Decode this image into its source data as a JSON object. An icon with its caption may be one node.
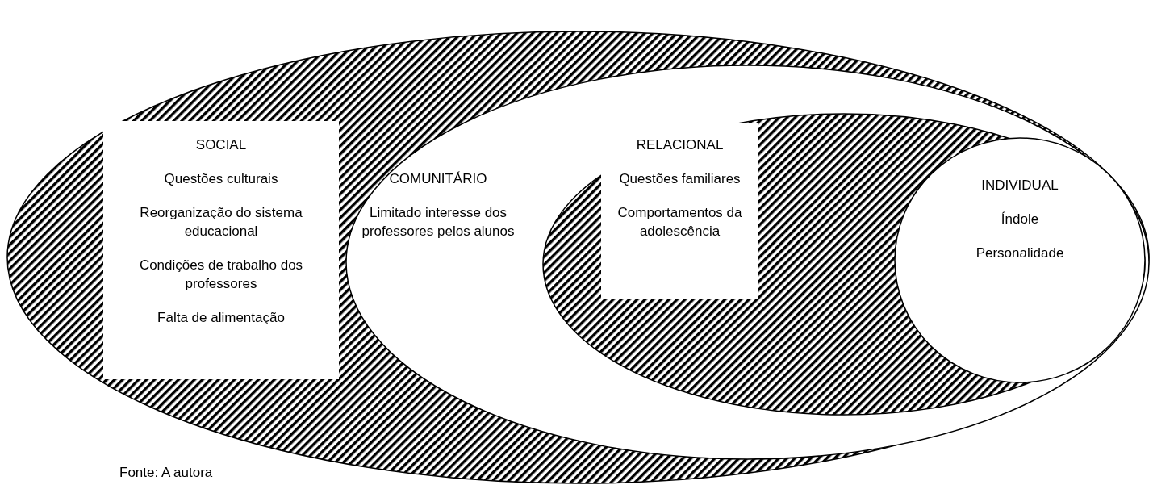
{
  "diagram": {
    "nodes": [
      {
        "text": [],
        "shape": "ellipse"
      },
      {
        "text": [
          "SOCIAL",
          "Questões culturais",
          "Reorganização do sistema educacional",
          "Condições de trabalho dos professores",
          "Falta de alimentação"
        ],
        "in": 0
      },
      {
        "text": [
          "COMUNITÁRIO",
          "Limitado interesse dos professores pelos alunos"
        ],
        "in": 0
      },
      {
        "text": [],
        "shape": "ellipse",
        "in": 2
      },
      {
        "text": [
          "RELACIONAL",
          "Questões familiares",
          "Comportamentos da adolescência"
        ],
        "in": 3
      },
      {
        "text": [
          "INDIVIDUAL",
          "Índole",
          "Personalidade"
        ],
        "in": 3
      }
    ],
    "labels": [
      "Fonte: A autora"
    ]
  }
}
